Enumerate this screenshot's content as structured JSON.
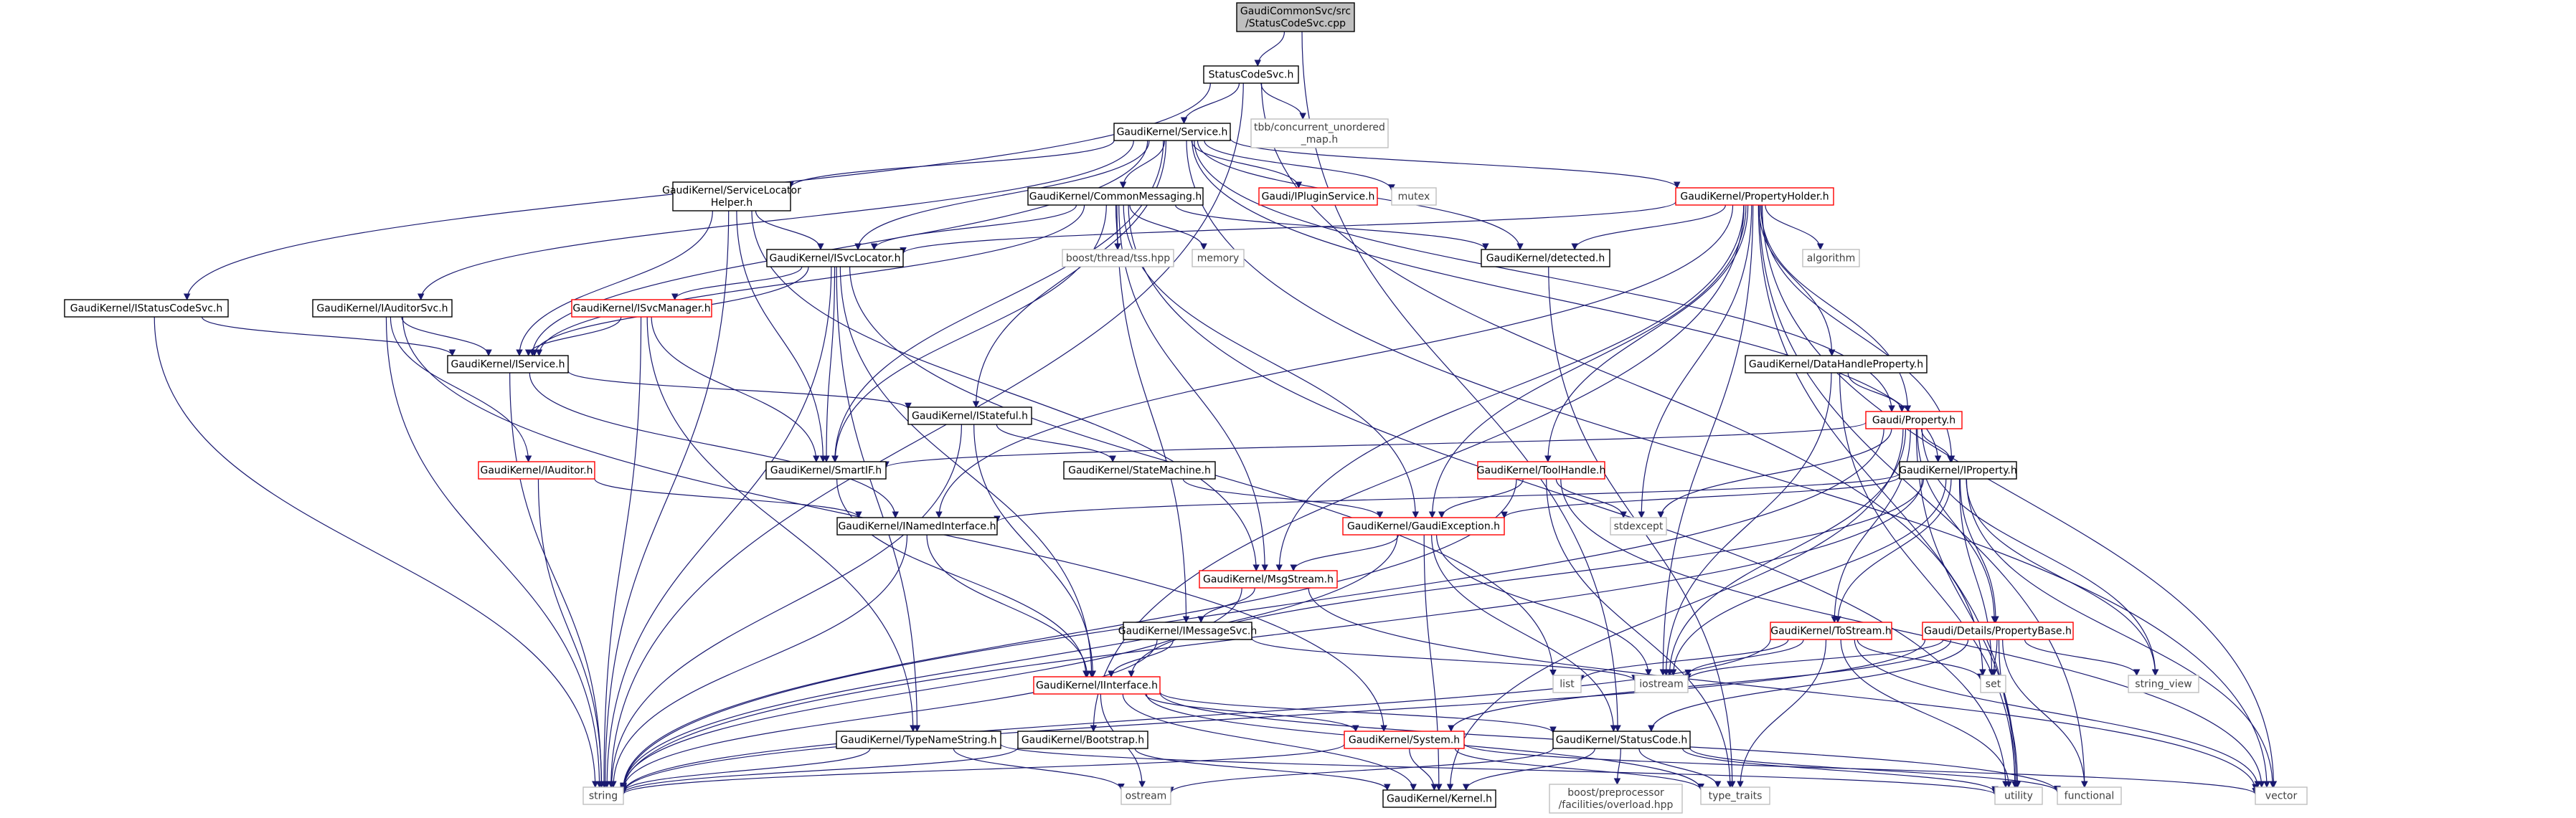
{
  "colors": {
    "edge": "#191970",
    "node_border_default": "#000000",
    "node_border_unexpanded": "#ff0000",
    "node_border_leaf": "#bfbfbf",
    "root_fill": "#bfbfbf",
    "text_default": "#000000",
    "text_leaf": "#404040"
  },
  "nodes": [
    {
      "id": "root",
      "lines": [
        "GaudiCommonSvc/src",
        "/StatusCodeSvc.cpp"
      ],
      "kind": "root"
    },
    {
      "id": "statuscodesvc_h",
      "lines": [
        "StatusCodeSvc.h"
      ],
      "kind": "default"
    },
    {
      "id": "service_h",
      "lines": [
        "GaudiKernel/Service.h"
      ],
      "kind": "default"
    },
    {
      "id": "tbb_map",
      "lines": [
        "tbb/concurrent_unordered",
        "_map.h"
      ],
      "kind": "leaf"
    },
    {
      "id": "istatuscodesvc",
      "lines": [
        "GaudiKernel/IStatusCodeSvc.h"
      ],
      "kind": "default"
    },
    {
      "id": "svclocatorhelper",
      "lines": [
        "GaudiKernel/ServiceLocator",
        "Helper.h"
      ],
      "kind": "default"
    },
    {
      "id": "commonmessaging",
      "lines": [
        "GaudiKernel/CommonMessaging.h"
      ],
      "kind": "default"
    },
    {
      "id": "ipluginservice",
      "lines": [
        "Gaudi/IPluginService.h"
      ],
      "kind": "red"
    },
    {
      "id": "mutex",
      "lines": [
        "mutex"
      ],
      "kind": "leaf"
    },
    {
      "id": "propertyholder",
      "lines": [
        "GaudiKernel/PropertyHolder.h"
      ],
      "kind": "red"
    },
    {
      "id": "iauditorsvc",
      "lines": [
        "GaudiKernel/IAuditorSvc.h"
      ],
      "kind": "default"
    },
    {
      "id": "isvclocator",
      "lines": [
        "GaudiKernel/ISvcLocator.h"
      ],
      "kind": "default"
    },
    {
      "id": "boost_tss",
      "lines": [
        "boost/thread/tss.hpp"
      ],
      "kind": "leaf"
    },
    {
      "id": "memory",
      "lines": [
        "memory"
      ],
      "kind": "leaf"
    },
    {
      "id": "detected",
      "lines": [
        "GaudiKernel/detected.h"
      ],
      "kind": "default"
    },
    {
      "id": "algorithm",
      "lines": [
        "algorithm"
      ],
      "kind": "leaf"
    },
    {
      "id": "isvcmanager",
      "lines": [
        "GaudiKernel/ISvcManager.h"
      ],
      "kind": "red"
    },
    {
      "id": "iservice",
      "lines": [
        "GaudiKernel/IService.h"
      ],
      "kind": "default"
    },
    {
      "id": "istateful",
      "lines": [
        "GaudiKernel/IStateful.h"
      ],
      "kind": "default"
    },
    {
      "id": "datahandleproperty",
      "lines": [
        "GaudiKernel/DataHandleProperty.h"
      ],
      "kind": "default"
    },
    {
      "id": "gaudi_property",
      "lines": [
        "Gaudi/Property.h"
      ],
      "kind": "red"
    },
    {
      "id": "iauditor",
      "lines": [
        "GaudiKernel/IAuditor.h"
      ],
      "kind": "red"
    },
    {
      "id": "smartif",
      "lines": [
        "GaudiKernel/SmartIF.h"
      ],
      "kind": "default"
    },
    {
      "id": "statemachine",
      "lines": [
        "GaudiKernel/StateMachine.h"
      ],
      "kind": "default"
    },
    {
      "id": "toolhandle",
      "lines": [
        "GaudiKernel/ToolHandle.h"
      ],
      "kind": "red"
    },
    {
      "id": "iproperty",
      "lines": [
        "GaudiKernel/IProperty.h"
      ],
      "kind": "default"
    },
    {
      "id": "inamedinterface",
      "lines": [
        "GaudiKernel/INamedInterface.h"
      ],
      "kind": "default"
    },
    {
      "id": "gaudiexception",
      "lines": [
        "GaudiKernel/GaudiException.h"
      ],
      "kind": "red"
    },
    {
      "id": "stdexcept",
      "lines": [
        "stdexcept"
      ],
      "kind": "leaf"
    },
    {
      "id": "msgstream",
      "lines": [
        "GaudiKernel/MsgStream.h"
      ],
      "kind": "red"
    },
    {
      "id": "imessagesvc",
      "lines": [
        "GaudiKernel/IMessageSvc.h"
      ],
      "kind": "default"
    },
    {
      "id": "itostream",
      "lines": [
        "GaudiKernel/ToStream.h"
      ],
      "kind": "red"
    },
    {
      "id": "propertybase",
      "lines": [
        "Gaudi/Details/PropertyBase.h"
      ],
      "kind": "red"
    },
    {
      "id": "list",
      "lines": [
        "list"
      ],
      "kind": "leaf"
    },
    {
      "id": "iostream",
      "lines": [
        "iostream"
      ],
      "kind": "leaf"
    },
    {
      "id": "set",
      "lines": [
        "set"
      ],
      "kind": "leaf"
    },
    {
      "id": "string_view",
      "lines": [
        "string_view"
      ],
      "kind": "leaf"
    },
    {
      "id": "iinterface",
      "lines": [
        "GaudiKernel/IInterface.h"
      ],
      "kind": "red"
    },
    {
      "id": "typenamestring",
      "lines": [
        "GaudiKernel/TypeNameString.h"
      ],
      "kind": "default"
    },
    {
      "id": "bootstrap",
      "lines": [
        "GaudiKernel/Bootstrap.h"
      ],
      "kind": "default"
    },
    {
      "id": "system",
      "lines": [
        "GaudiKernel/System.h"
      ],
      "kind": "red"
    },
    {
      "id": "statuscode",
      "lines": [
        "GaudiKernel/StatusCode.h"
      ],
      "kind": "default"
    },
    {
      "id": "string",
      "lines": [
        "string"
      ],
      "kind": "leaf"
    },
    {
      "id": "ostream",
      "lines": [
        "ostream"
      ],
      "kind": "leaf"
    },
    {
      "id": "kernel",
      "lines": [
        "GaudiKernel/Kernel.h"
      ],
      "kind": "default"
    },
    {
      "id": "boost_overload",
      "lines": [
        "boost/preprocessor",
        "/facilities/overload.hpp"
      ],
      "kind": "leaf"
    },
    {
      "id": "type_traits",
      "lines": [
        "type_traits"
      ],
      "kind": "leaf"
    },
    {
      "id": "utility",
      "lines": [
        "utility"
      ],
      "kind": "leaf"
    },
    {
      "id": "functional",
      "lines": [
        "functional"
      ],
      "kind": "leaf"
    },
    {
      "id": "vector",
      "lines": [
        "vector"
      ],
      "kind": "leaf"
    }
  ],
  "edges": [
    [
      "root",
      "statuscodesvc_h"
    ],
    [
      "root",
      "statuscode"
    ],
    [
      "statuscodesvc_h",
      "service_h"
    ],
    [
      "statuscodesvc_h",
      "tbb_map"
    ],
    [
      "statuscodesvc_h",
      "istatuscodesvc"
    ],
    [
      "statuscodesvc_h",
      "string"
    ],
    [
      "statuscodesvc_h",
      "set"
    ],
    [
      "service_h",
      "svclocatorhelper"
    ],
    [
      "service_h",
      "commonmessaging"
    ],
    [
      "service_h",
      "ipluginservice"
    ],
    [
      "service_h",
      "mutex"
    ],
    [
      "service_h",
      "propertyholder"
    ],
    [
      "service_h",
      "iauditorsvc"
    ],
    [
      "service_h",
      "isvclocator"
    ],
    [
      "service_h",
      "iservice"
    ],
    [
      "service_h",
      "istateful"
    ],
    [
      "service_h",
      "smartif"
    ],
    [
      "service_h",
      "iproperty"
    ],
    [
      "service_h",
      "gaudi_property"
    ],
    [
      "service_h",
      "detected"
    ],
    [
      "service_h",
      "vector"
    ],
    [
      "istatuscodesvc",
      "iservice"
    ],
    [
      "istatuscodesvc",
      "string"
    ],
    [
      "svclocatorhelper",
      "isvclocator"
    ],
    [
      "svclocatorhelper",
      "iservice"
    ],
    [
      "svclocatorhelper",
      "smartif"
    ],
    [
      "svclocatorhelper",
      "msgstream"
    ],
    [
      "svclocatorhelper",
      "string"
    ],
    [
      "commonmessaging",
      "isvclocator"
    ],
    [
      "commonmessaging",
      "imessagesvc"
    ],
    [
      "commonmessaging",
      "msgstream"
    ],
    [
      "commonmessaging",
      "gaudiexception"
    ],
    [
      "commonmessaging",
      "boost_tss"
    ],
    [
      "commonmessaging",
      "memory"
    ],
    [
      "commonmessaging",
      "smartif"
    ],
    [
      "commonmessaging",
      "detected"
    ],
    [
      "commonmessaging",
      "iservice"
    ],
    [
      "commonmessaging",
      "utility"
    ],
    [
      "propertyholder",
      "isvclocator"
    ],
    [
      "propertyholder",
      "detected"
    ],
    [
      "propertyholder",
      "algorithm"
    ],
    [
      "propertyholder",
      "datahandleproperty"
    ],
    [
      "propertyholder",
      "gaudi_property"
    ],
    [
      "propertyholder",
      "iproperty"
    ],
    [
      "propertyholder",
      "toolhandle"
    ],
    [
      "propertyholder",
      "gaudiexception"
    ],
    [
      "propertyholder",
      "inamedinterface"
    ],
    [
      "propertyholder",
      "msgstream"
    ],
    [
      "propertyholder",
      "stdexcept"
    ],
    [
      "propertyholder",
      "iostream"
    ],
    [
      "propertyholder",
      "utility"
    ],
    [
      "propertyholder",
      "functional"
    ],
    [
      "propertyholder",
      "vector"
    ],
    [
      "propertyholder",
      "bootstrap"
    ],
    [
      "iauditorsvc",
      "iservice"
    ],
    [
      "iauditorsvc",
      "iauditor"
    ],
    [
      "iauditorsvc",
      "string"
    ],
    [
      "iauditorsvc",
      "system"
    ],
    [
      "isvclocator",
      "isvcmanager"
    ],
    [
      "isvclocator",
      "iservice"
    ],
    [
      "isvclocator",
      "smartif"
    ],
    [
      "isvclocator",
      "iinterface"
    ],
    [
      "isvclocator",
      "typenamestring"
    ],
    [
      "isvclocator",
      "list"
    ],
    [
      "isvclocator",
      "string"
    ],
    [
      "detected",
      "type_traits"
    ],
    [
      "isvcmanager",
      "iservice"
    ],
    [
      "isvcmanager",
      "smartif"
    ],
    [
      "isvcmanager",
      "typenamestring"
    ],
    [
      "isvcmanager",
      "string"
    ],
    [
      "iservice",
      "istateful"
    ],
    [
      "iservice",
      "inamedinterface"
    ],
    [
      "iservice",
      "string"
    ],
    [
      "istateful",
      "iinterface"
    ],
    [
      "istateful",
      "statemachine"
    ],
    [
      "istateful",
      "string"
    ],
    [
      "datahandleproperty",
      "gaudi_property"
    ],
    [
      "datahandleproperty",
      "iostream"
    ],
    [
      "datahandleproperty",
      "utility"
    ],
    [
      "gaudi_property",
      "iproperty"
    ],
    [
      "gaudi_property",
      "smartif"
    ],
    [
      "gaudi_property",
      "propertybase"
    ],
    [
      "gaudi_property",
      "itostream"
    ],
    [
      "gaudi_property",
      "stdexcept"
    ],
    [
      "gaudi_property",
      "string"
    ],
    [
      "gaudi_property",
      "string_view"
    ],
    [
      "gaudi_property",
      "utility"
    ],
    [
      "gaudi_property",
      "kernel"
    ],
    [
      "gaudi_property",
      "iostream"
    ],
    [
      "iauditor",
      "inamedinterface"
    ],
    [
      "iauditor",
      "string"
    ],
    [
      "smartif",
      "iinterface"
    ],
    [
      "statemachine",
      "gaudiexception"
    ],
    [
      "toolhandle",
      "gaudiexception"
    ],
    [
      "toolhandle",
      "stdexcept"
    ],
    [
      "toolhandle",
      "string"
    ],
    [
      "toolhandle",
      "vector"
    ],
    [
      "toolhandle",
      "type_traits"
    ],
    [
      "iproperty",
      "inamedinterface"
    ],
    [
      "iproperty",
      "propertybase"
    ],
    [
      "iproperty",
      "itostream"
    ],
    [
      "iproperty",
      "iinterface"
    ],
    [
      "iproperty",
      "gaudiexception"
    ],
    [
      "iproperty",
      "iostream"
    ],
    [
      "iproperty",
      "string"
    ],
    [
      "iproperty",
      "string_view"
    ],
    [
      "iproperty",
      "vector"
    ],
    [
      "iproperty",
      "set"
    ],
    [
      "inamedinterface",
      "iinterface"
    ],
    [
      "inamedinterface",
      "string"
    ],
    [
      "gaudiexception",
      "msgstream"
    ],
    [
      "gaudiexception",
      "statuscode"
    ],
    [
      "gaudiexception",
      "string"
    ],
    [
      "gaudiexception",
      "iostream"
    ],
    [
      "gaudiexception",
      "kernel"
    ],
    [
      "msgstream",
      "imessagesvc"
    ],
    [
      "msgstream",
      "string"
    ],
    [
      "msgstream",
      "vector"
    ],
    [
      "imessagesvc",
      "iinterface"
    ],
    [
      "imessagesvc",
      "string"
    ],
    [
      "imessagesvc",
      "iostream"
    ],
    [
      "itostream",
      "iostream"
    ],
    [
      "itostream",
      "list"
    ],
    [
      "itostream",
      "set"
    ],
    [
      "itostream",
      "string"
    ],
    [
      "itostream",
      "type_traits"
    ],
    [
      "itostream",
      "vector"
    ],
    [
      "itostream",
      "utility"
    ],
    [
      "propertybase",
      "iostream"
    ],
    [
      "propertybase",
      "set"
    ],
    [
      "propertybase",
      "string_view"
    ],
    [
      "propertybase",
      "statuscode"
    ],
    [
      "propertybase",
      "utility"
    ],
    [
      "propertybase",
      "functional"
    ],
    [
      "propertybase",
      "system"
    ],
    [
      "propertybase",
      "string"
    ],
    [
      "iinterface",
      "system"
    ],
    [
      "iinterface",
      "statuscode"
    ],
    [
      "iinterface",
      "kernel"
    ],
    [
      "iinterface",
      "ostream"
    ],
    [
      "iinterface",
      "type_traits"
    ],
    [
      "iinterface",
      "functional"
    ],
    [
      "typenamestring",
      "string"
    ],
    [
      "typenamestring",
      "ostream"
    ],
    [
      "typenamestring",
      "utility"
    ],
    [
      "bootstrap",
      "kernel"
    ],
    [
      "bootstrap",
      "string"
    ],
    [
      "system",
      "kernel"
    ],
    [
      "system",
      "string"
    ],
    [
      "system",
      "vector"
    ],
    [
      "system",
      "type_traits"
    ],
    [
      "statuscode",
      "kernel"
    ],
    [
      "statuscode",
      "boost_overload"
    ],
    [
      "statuscode",
      "ostream"
    ],
    [
      "statuscode",
      "type_traits"
    ],
    [
      "statuscode",
      "utility"
    ],
    [
      "statuscode",
      "functional"
    ]
  ]
}
